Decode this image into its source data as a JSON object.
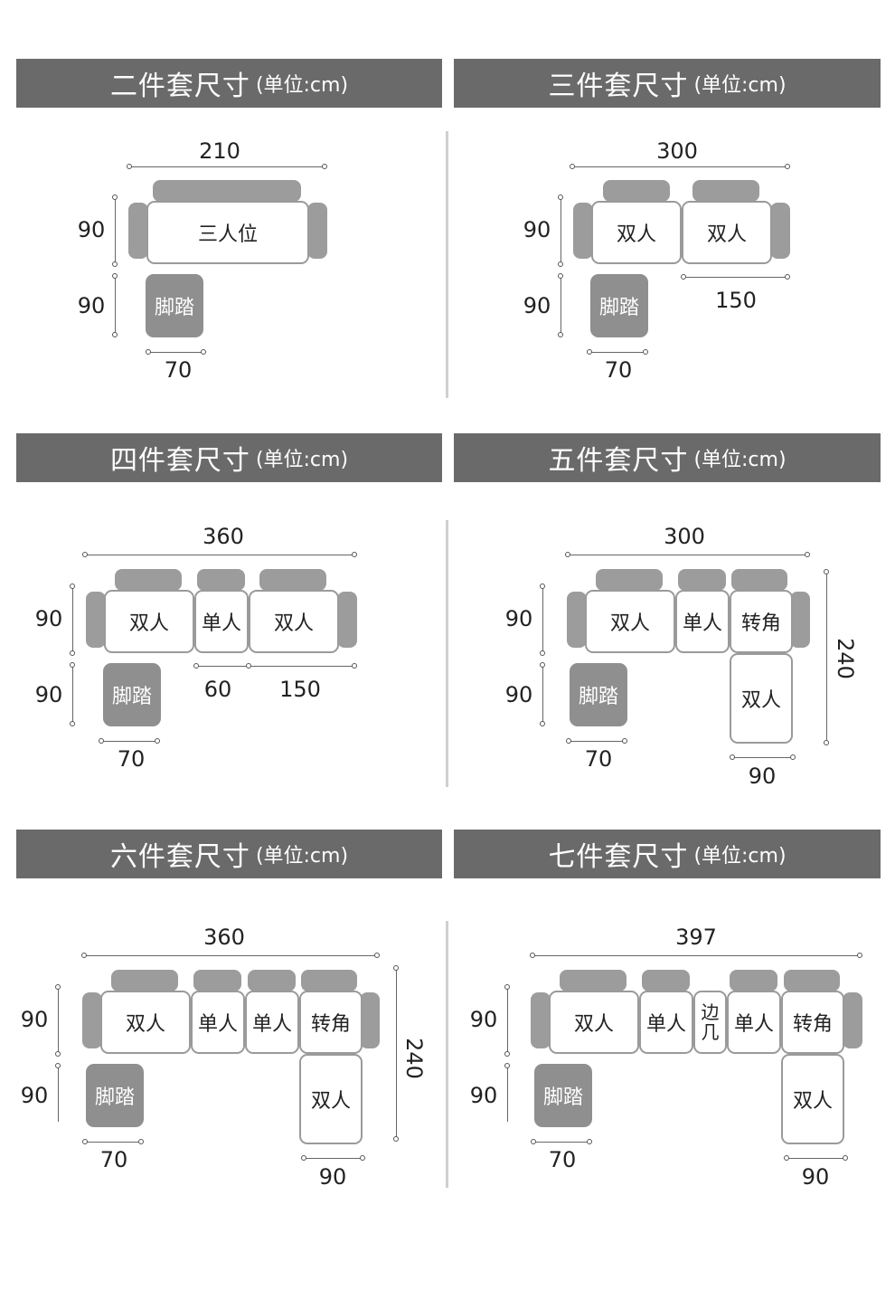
{
  "unit_label": "(单位:cm)",
  "panels": [
    {
      "title": "二件套尺寸",
      "width": "210",
      "depth": "90",
      "stool_depth": "90",
      "stool_width": "70",
      "seats": [
        "三人位"
      ],
      "stool": "脚踏"
    },
    {
      "title": "三件套尺寸",
      "width": "300",
      "depth": "90",
      "stool_depth": "90",
      "stool_width": "70",
      "seat_width": "150",
      "seats": [
        "双人",
        "双人"
      ],
      "stool": "脚踏"
    },
    {
      "title": "四件套尺寸",
      "width": "360",
      "depth": "90",
      "stool_depth": "90",
      "stool_width": "70",
      "single_width": "60",
      "double_width": "150",
      "seats": [
        "双人",
        "单人",
        "双人"
      ],
      "stool": "脚踏"
    },
    {
      "title": "五件套尺寸",
      "width": "300",
      "depth": "90",
      "stool_depth": "90",
      "stool_width": "70",
      "chaise_length": "240",
      "chaise_width": "90",
      "seats": [
        "双人",
        "单人",
        "转角"
      ],
      "chaise": "双人",
      "stool": "脚踏"
    },
    {
      "title": "六件套尺寸",
      "width": "360",
      "depth": "90",
      "stool_depth": "90",
      "stool_width": "70",
      "chaise_length": "240",
      "chaise_width": "90",
      "seats": [
        "双人",
        "单人",
        "单人",
        "转角"
      ],
      "chaise": "双人",
      "stool": "脚踏"
    },
    {
      "title": "七件套尺寸",
      "width": "397",
      "depth": "90",
      "stool_depth": "90",
      "stool_width": "70",
      "chaise_width": "90",
      "seats": [
        "双人",
        "单人",
        "边几",
        "单人",
        "转角"
      ],
      "chaise": "双人",
      "stool": "脚踏"
    }
  ]
}
